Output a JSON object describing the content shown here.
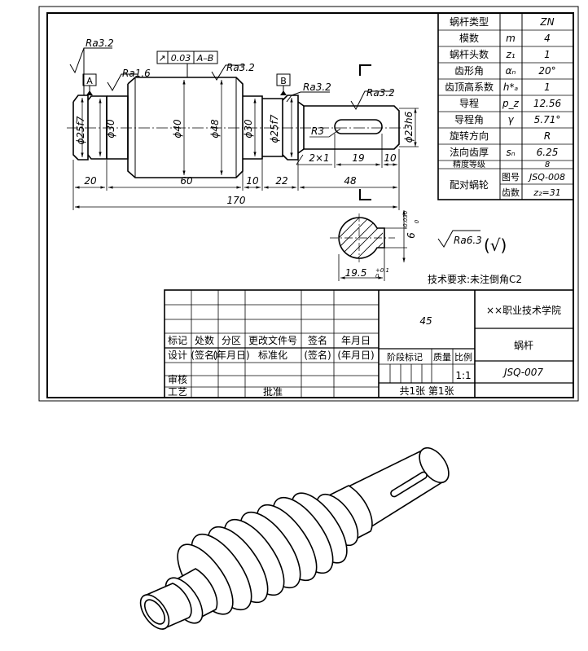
{
  "params": [
    {
      "name": "蜗杆类型",
      "sym": "",
      "val": "ZN"
    },
    {
      "name": "模数",
      "sym": "m",
      "val": "4"
    },
    {
      "name": "蜗杆头数",
      "sym": "z₁",
      "val": "1"
    },
    {
      "name": "齿形角",
      "sym": "αₙ",
      "val": "20°"
    },
    {
      "name": "齿顶高系数",
      "sym": "h*ₐ",
      "val": "1"
    },
    {
      "name": "导程",
      "sym": "p_z",
      "val": "12.56"
    },
    {
      "name": "导程角",
      "sym": "γ",
      "val": "5.71°"
    },
    {
      "name": "旋转方向",
      "sym": "",
      "val": "R"
    },
    {
      "name": "法向齿厚",
      "sym": "sₙ",
      "val": "6.25"
    },
    {
      "name": "精度等级",
      "sym": "",
      "val": "8"
    }
  ],
  "mate": {
    "label": "配对蜗轮",
    "drawing_no_label": "图号",
    "drawing_no": "JSQ-008",
    "teeth_label": "齿数",
    "teeth": "z₂=31"
  },
  "dims": {
    "d1": "ϕ25f7",
    "d2": "ϕ30",
    "d3": "ϕ40",
    "d4": "ϕ48",
    "d5": "ϕ30",
    "d6": "ϕ25f7",
    "d7": "ϕ23h6",
    "l1": "20",
    "l2": "60",
    "l3": "10",
    "l4": "22",
    "l5": "48",
    "total": "170",
    "key_len": "19",
    "key_off": "10",
    "chamfer": "2×1",
    "radius": "R3",
    "sec_depth": "19.5",
    "sec_depth_tol": "0",
    "sec_depth_tol_up": "+0.1",
    "sec_width": "6",
    "sec_width_tol": "0",
    "sec_width_tol_up": "-0.030"
  },
  "roughness": {
    "r1": "Ra3.2",
    "r2": "Ra1.6",
    "r3": "Ra3.2",
    "r4": "Ra3.2",
    "r5": "Ra3.2",
    "other": "Ra6.3"
  },
  "tolerance": {
    "symbol": "↗",
    "value": "0.03",
    "datum": "A–B"
  },
  "datums": {
    "a": "A",
    "b": "B"
  },
  "tech_req": "技术要求:未注倒角C2",
  "title_block": {
    "material": "45",
    "school": "××职业技术学院",
    "part_name": "蜗杆",
    "drawing_no": "JSQ-007",
    "scale": "1:1",
    "sheets": "共1张   第1张",
    "headers": [
      "标记",
      "处数",
      "分区",
      "更改文件号",
      "签名",
      "年月日"
    ],
    "row_design": [
      "设计",
      "(签名)",
      "(年月日)",
      "标准化",
      "(签名)",
      "(年月日)"
    ],
    "stage_label": "阶段标记",
    "mass_label": "质量",
    "scale_label": "比例",
    "review": "审核",
    "process": "工艺",
    "approve": "批准"
  }
}
